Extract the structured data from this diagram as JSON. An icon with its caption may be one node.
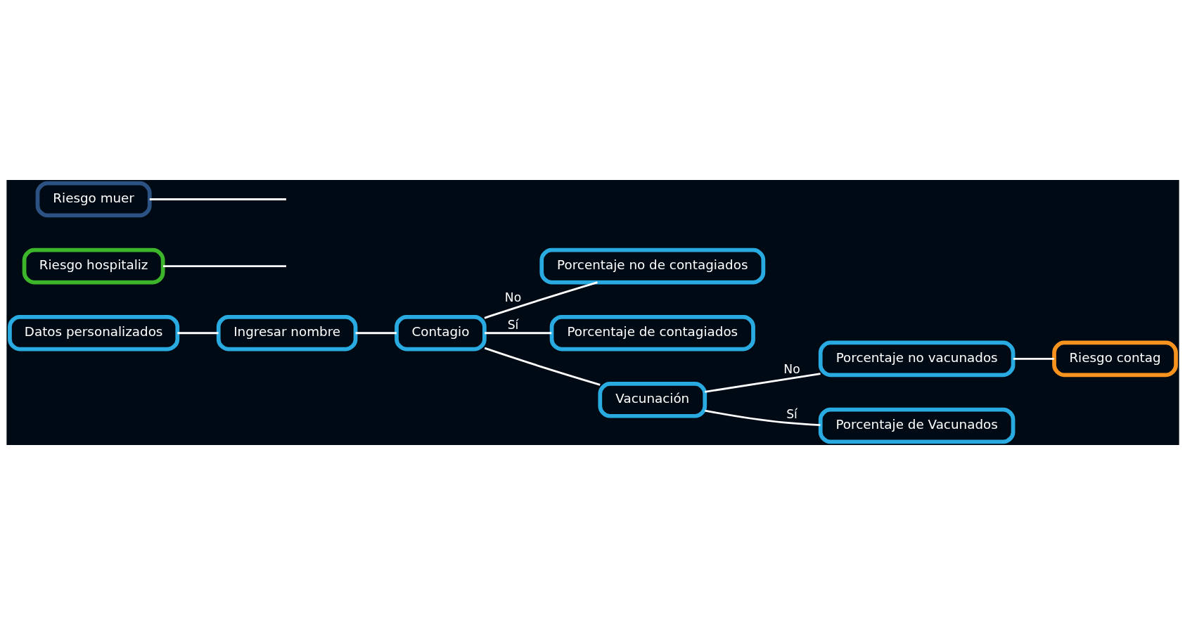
{
  "diagram": {
    "nodes": [
      {
        "text": [
          "Datos personalizados"
        ]
      },
      {
        "text": [
          "Ingresar nombre"
        ]
      },
      {
        "text": [
          "Contagio"
        ]
      },
      {
        "text": [
          "Porcentaje no de contagiados"
        ]
      },
      {
        "text": [
          "Porcentaje de contagiados"
        ]
      },
      {
        "text": [
          "Vacunación"
        ]
      },
      {
        "text": [
          "Porcentaje no vacunados"
        ]
      },
      {
        "text": [
          "Porcentaje de Vacunados"
        ]
      },
      {
        "text": [
          "Riesgo contag"
        ]
      },
      {
        "text": [
          "Riesgo hospitaliz"
        ]
      },
      {
        "text": [
          "Riesgo muer"
        ]
      }
    ],
    "edges": [
      {
        "from": 0,
        "to": 1,
        "arrow": "none"
      },
      {
        "from": 1,
        "to": 2,
        "arrow": "none"
      },
      {
        "from": 2,
        "to": 3,
        "arrow": "none",
        "label": "No"
      },
      {
        "from": 2,
        "to": 4,
        "arrow": "none",
        "label": "Sí"
      },
      {
        "from": 2,
        "to": 5,
        "arrow": "none"
      },
      {
        "from": 5,
        "to": 6,
        "arrow": "none",
        "label": "No"
      },
      {
        "from": 5,
        "to": 7,
        "arrow": "none",
        "label": "Sí"
      },
      {
        "from": 6,
        "to": 8,
        "arrow": "none"
      },
      {
        "from": 9,
        "to": null,
        "arrow": "none"
      },
      {
        "from": 10,
        "to": null,
        "arrow": "none"
      }
    ]
  }
}
